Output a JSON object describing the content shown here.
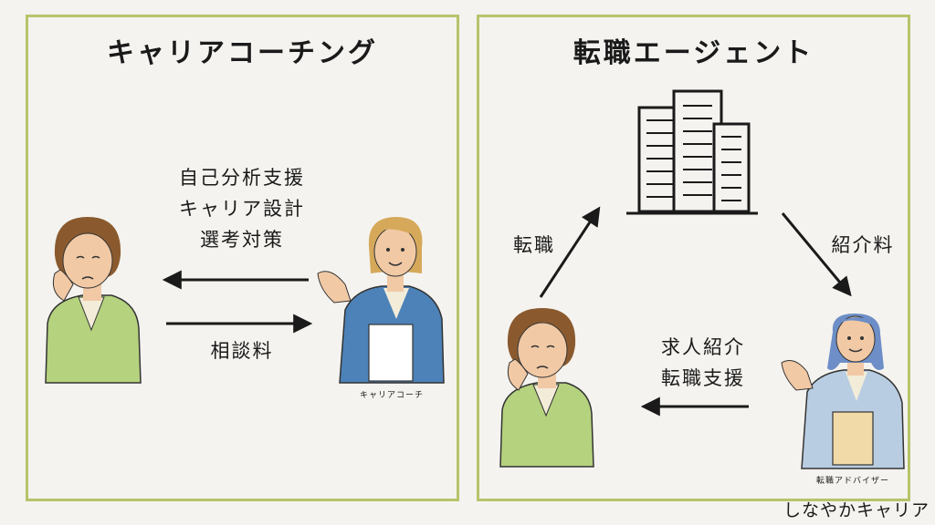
{
  "left_panel": {
    "title": "キャリアコーチング",
    "service_lines": [
      "自己分析支援",
      "キャリア設計",
      "選考対策"
    ],
    "fee_label": "相談料",
    "coach_caption": "キャリアコーチ"
  },
  "right_panel": {
    "title": "転職エージェント",
    "job_change_label": "転職",
    "referral_fee_label": "紹介料",
    "support_lines": [
      "求人紹介",
      "転職支援"
    ],
    "advisor_caption": "転職アドバイザー"
  },
  "brand": "しなやかキャリア",
  "colors": {
    "border": "#b6c46a",
    "sweater": "#b5d27e",
    "hair": "#8a5a2e",
    "coach_jacket": "#4d82b8",
    "coach_hair": "#d6a95a",
    "advisor_jacket": "#b9cde2",
    "advisor_hair": "#6d8ec7"
  }
}
